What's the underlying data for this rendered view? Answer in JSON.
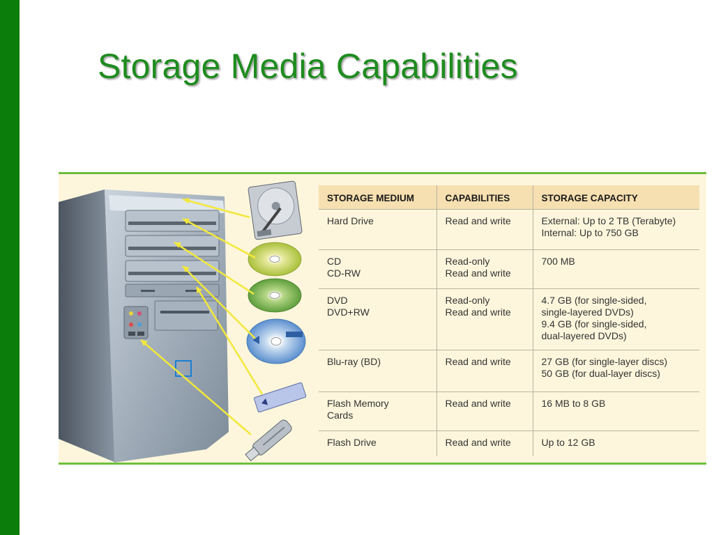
{
  "slide": {
    "title": "Storage Media Capabilities",
    "accent_color": "#0b7d0b",
    "title_color": "#1e8c1e"
  },
  "figure": {
    "illustration_icons": [
      "computer-tower-icon",
      "hard-drive-icon",
      "cd-disc-icon",
      "dvd-disc-icon",
      "blu-ray-disc-icon",
      "flash-memory-card-icon",
      "usb-flash-drive-icon"
    ],
    "table": {
      "headers": [
        "STORAGE MEDIUM",
        "CAPABILITIES",
        "STORAGE CAPACITY"
      ],
      "rows": [
        [
          "Hard Drive",
          "Read and write",
          "External: Up to 2 TB (Terabyte)\nInternal: Up to 750 GB"
        ],
        [
          "CD\nCD-RW",
          "Read-only\nRead and write",
          "700 MB"
        ],
        [
          "DVD\nDVD+RW",
          "Read-only\nRead and write",
          "4.7 GB (for single-sided,\nsingle-layered DVDs)\n9.4 GB (for single-sided,\ndual-layered DVDs)"
        ],
        [
          "Blu-ray (BD)",
          "Read and write",
          "27 GB (for single-layer discs)\n50 GB (for dual-layer discs)"
        ],
        [
          "Flash Memory\nCards",
          "Read and write",
          "16 MB to 8 GB"
        ],
        [
          "Flash Drive",
          "Read and write",
          "Up to 12 GB"
        ]
      ]
    }
  }
}
